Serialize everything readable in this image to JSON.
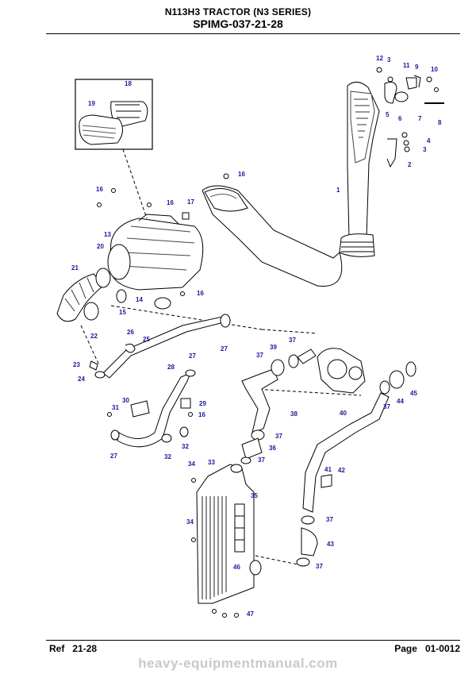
{
  "header": {
    "line1": "N113H3 TRACTOR (N3 SERIES)",
    "line2": "SPIMG-037-21-28"
  },
  "callouts": [
    {
      "id": "c1",
      "text": "1"
    },
    {
      "id": "c2",
      "text": "2"
    },
    {
      "id": "c3a",
      "text": "3"
    },
    {
      "id": "c3b",
      "text": "3"
    },
    {
      "id": "c4",
      "text": "4"
    },
    {
      "id": "c5",
      "text": "5"
    },
    {
      "id": "c6",
      "text": "6"
    },
    {
      "id": "c7",
      "text": "7"
    },
    {
      "id": "c8",
      "text": "8"
    },
    {
      "id": "c9",
      "text": "9"
    },
    {
      "id": "c10",
      "text": "10"
    },
    {
      "id": "c11",
      "text": "11"
    },
    {
      "id": "c12",
      "text": "12"
    },
    {
      "id": "c13",
      "text": "13"
    },
    {
      "id": "c14",
      "text": "14"
    },
    {
      "id": "c15",
      "text": "15"
    },
    {
      "id": "c16a",
      "text": "16"
    },
    {
      "id": "c16b",
      "text": "16"
    },
    {
      "id": "c16c",
      "text": "16"
    },
    {
      "id": "c16d",
      "text": "16"
    },
    {
      "id": "c16e",
      "text": "16"
    },
    {
      "id": "c17",
      "text": "17"
    },
    {
      "id": "c18",
      "text": "18"
    },
    {
      "id": "c19",
      "text": "19"
    },
    {
      "id": "c20",
      "text": "20"
    },
    {
      "id": "c21",
      "text": "21"
    },
    {
      "id": "c22",
      "text": "22"
    },
    {
      "id": "c23",
      "text": "23"
    },
    {
      "id": "c24",
      "text": "24"
    },
    {
      "id": "c25",
      "text": "25"
    },
    {
      "id": "c26",
      "text": "26"
    },
    {
      "id": "c27a",
      "text": "27"
    },
    {
      "id": "c27b",
      "text": "27"
    },
    {
      "id": "c27c",
      "text": "27"
    },
    {
      "id": "c28",
      "text": "28"
    },
    {
      "id": "c29",
      "text": "29"
    },
    {
      "id": "c30",
      "text": "30"
    },
    {
      "id": "c31",
      "text": "31"
    },
    {
      "id": "c32a",
      "text": "32"
    },
    {
      "id": "c32b",
      "text": "32"
    },
    {
      "id": "c33",
      "text": "33"
    },
    {
      "id": "c34a",
      "text": "34"
    },
    {
      "id": "c34b",
      "text": "34"
    },
    {
      "id": "c35",
      "text": "35"
    },
    {
      "id": "c36",
      "text": "36"
    },
    {
      "id": "c37a",
      "text": "37"
    },
    {
      "id": "c37b",
      "text": "37"
    },
    {
      "id": "c37c",
      "text": "37"
    },
    {
      "id": "c37d",
      "text": "37"
    },
    {
      "id": "c37e",
      "text": "37"
    },
    {
      "id": "c37f",
      "text": "37"
    },
    {
      "id": "c37g",
      "text": "37"
    },
    {
      "id": "c38",
      "text": "38"
    },
    {
      "id": "c39",
      "text": "39"
    },
    {
      "id": "c40",
      "text": "40"
    },
    {
      "id": "c41",
      "text": "41"
    },
    {
      "id": "c42",
      "text": "42"
    },
    {
      "id": "c43",
      "text": "43"
    },
    {
      "id": "c44",
      "text": "44"
    },
    {
      "id": "c45",
      "text": "45"
    },
    {
      "id": "c46",
      "text": "46"
    },
    {
      "id": "c47",
      "text": "47"
    }
  ],
  "footer": {
    "ref_label": "Ref",
    "ref_value": "21-28",
    "page_label": "Page",
    "page_value": "01-0012"
  },
  "watermark": "heavy-equipmentmanual.com",
  "colors": {
    "callout": "#1a1a99",
    "line": "#000000",
    "watermark": "#c9c9c9"
  }
}
